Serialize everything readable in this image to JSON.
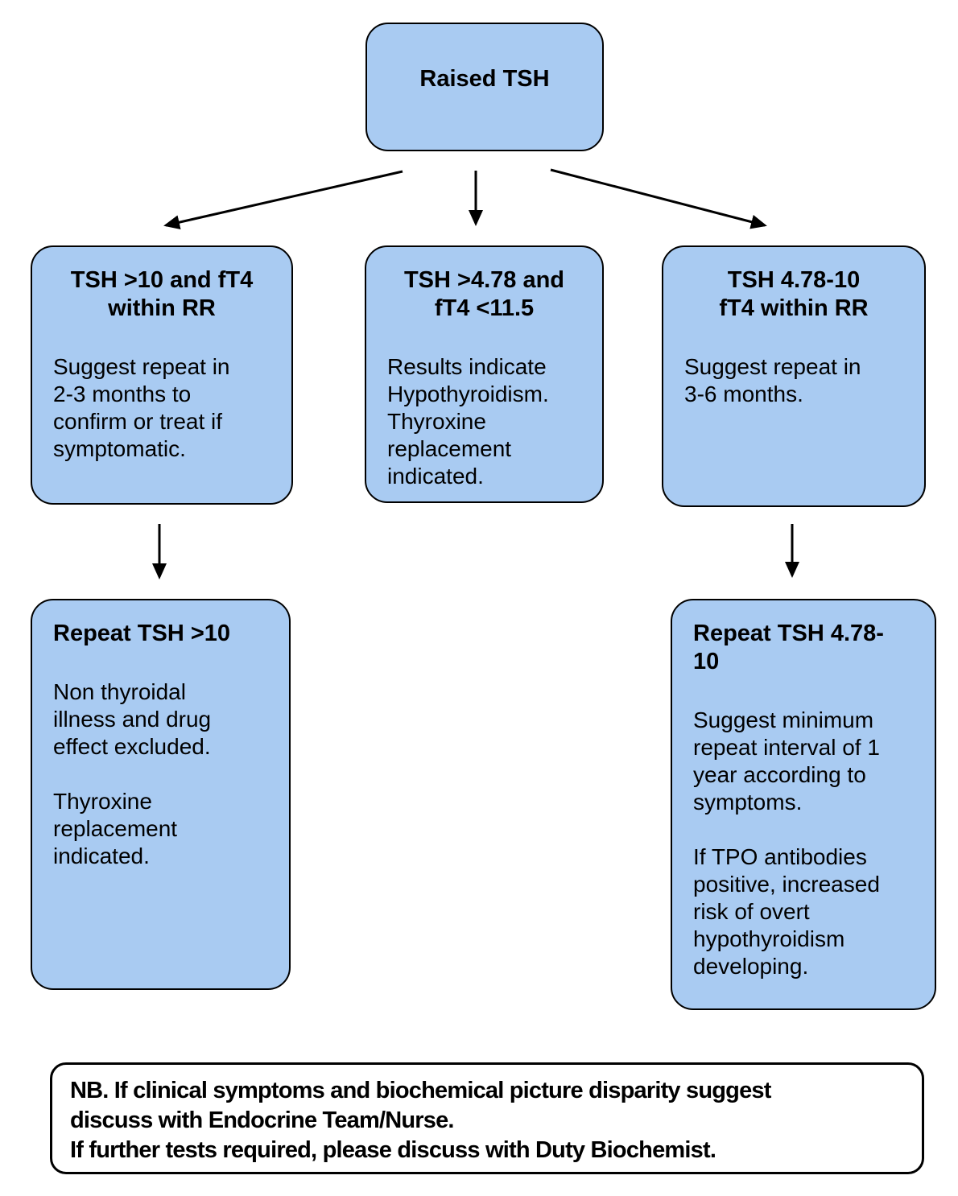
{
  "diagram": {
    "type": "flowchart",
    "topic": "Raised TSH investigation pathway"
  },
  "nodes": {
    "top": {
      "title": "Raised TSH"
    },
    "left": {
      "title": "TSH >10 and fT4\nwithin RR",
      "body": "Suggest repeat in\n2-3 months to\nconfirm or treat if\nsymptomatic."
    },
    "middle": {
      "title": "TSH >4.78 and\nfT4 <11.5",
      "body": "Results indicate\nHypothyroidism.\nThyroxine\nreplacement\nindicated."
    },
    "right": {
      "title": "TSH 4.78-10\nfT4 within RR",
      "body": "Suggest repeat in\n3-6 months."
    },
    "lower_left": {
      "title": "Repeat TSH >10",
      "body": "Non thyroidal\nillness and drug\neffect excluded.\n\nThyroxine\nreplacement\nindicated."
    },
    "lower_right": {
      "title": "Repeat TSH 4.78-\n10",
      "body": "Suggest minimum\nrepeat interval of 1\nyear according to\nsymptoms.\n\nIf TPO antibodies\npositive, increased\nrisk of overt\nhypothyroidism\ndeveloping."
    }
  },
  "note": {
    "text": "NB. If clinical symptoms and biochemical picture disparity suggest\ndiscuss with Endocrine Team/Nurse.\nIf further tests required, please discuss with Duty Biochemist."
  },
  "arrows": [
    {
      "from": "top",
      "to": "left"
    },
    {
      "from": "top",
      "to": "middle"
    },
    {
      "from": "top",
      "to": "right"
    },
    {
      "from": "left",
      "to": "lower_left"
    },
    {
      "from": "right",
      "to": "lower_right"
    }
  ],
  "colors": {
    "node_fill": "#A9CBF2",
    "node_border": "#000000",
    "arrow": "#000000",
    "note_fill": "#FFFFFF",
    "text": "#000000",
    "background": "#FFFFFF"
  }
}
